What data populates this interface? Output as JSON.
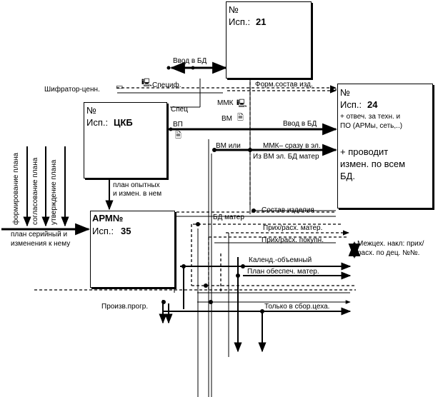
{
  "boxes": {
    "top": {
      "number_label": "№",
      "isp_label": "Исп.:",
      "isp_value": "21"
    },
    "right": {
      "number_label": "№",
      "isp_label": "Исп.:",
      "isp_value": "24",
      "note_line1": "+ отвеч. за техн. и",
      "note_line2": "ПО (АРМы, сеть,..)",
      "big_line1": "+ проводит",
      "big_line2": "измен. по всем",
      "big_line3": "БД."
    },
    "tskb": {
      "number_label": "№",
      "isp_label": "Исп.:",
      "isp_value": "ЦКБ"
    },
    "arm": {
      "title": "АРМ№",
      "isp_label": "Исп.:",
      "isp_value": "35"
    }
  },
  "labels": {
    "vvod_bd_top": "Ввод в БД",
    "shifrator": "Шифратор-ценн.",
    "specif": "Специф.",
    "form_sostav": "Форм.состав изд.",
    "spets": "Спец",
    "mmk": "ММК",
    "vm": "ВМ",
    "vp": "ВП",
    "vvod_bd_mid": "Ввод в БД",
    "vm_ili": "ВМ или",
    "mmk_srazu": "ММК– сразу в эл.",
    "iz_vm": "Из ВМ эл. БД матер",
    "plan_opytnyh_1": "план опытных",
    "plan_opytnyh_2": "и измен. в нем",
    "sostav_izdeliya": "Состав изделия",
    "bd_mater": "БД матер",
    "prih_mater": "Прих/расх. матер.",
    "prih_pokupn": "Прих/расх. покупн.",
    "mezhtseh_1": "Межцех. накл: прих/",
    "mezhtseh_2": "расх. по дец. №№.",
    "kalend": "Календ.-объемный",
    "plan_obesp": "План обеспеч. матер.",
    "proizv": "Произв.прогр.",
    "tolko": "Только в сбор.цеха.",
    "plan_serial_1": "план серийный и",
    "plan_serial_2": "изменения к нему",
    "v_formir": "формирование плана",
    "v_soglas": "согласование плана",
    "v_utverzh": "утверждение плана"
  }
}
